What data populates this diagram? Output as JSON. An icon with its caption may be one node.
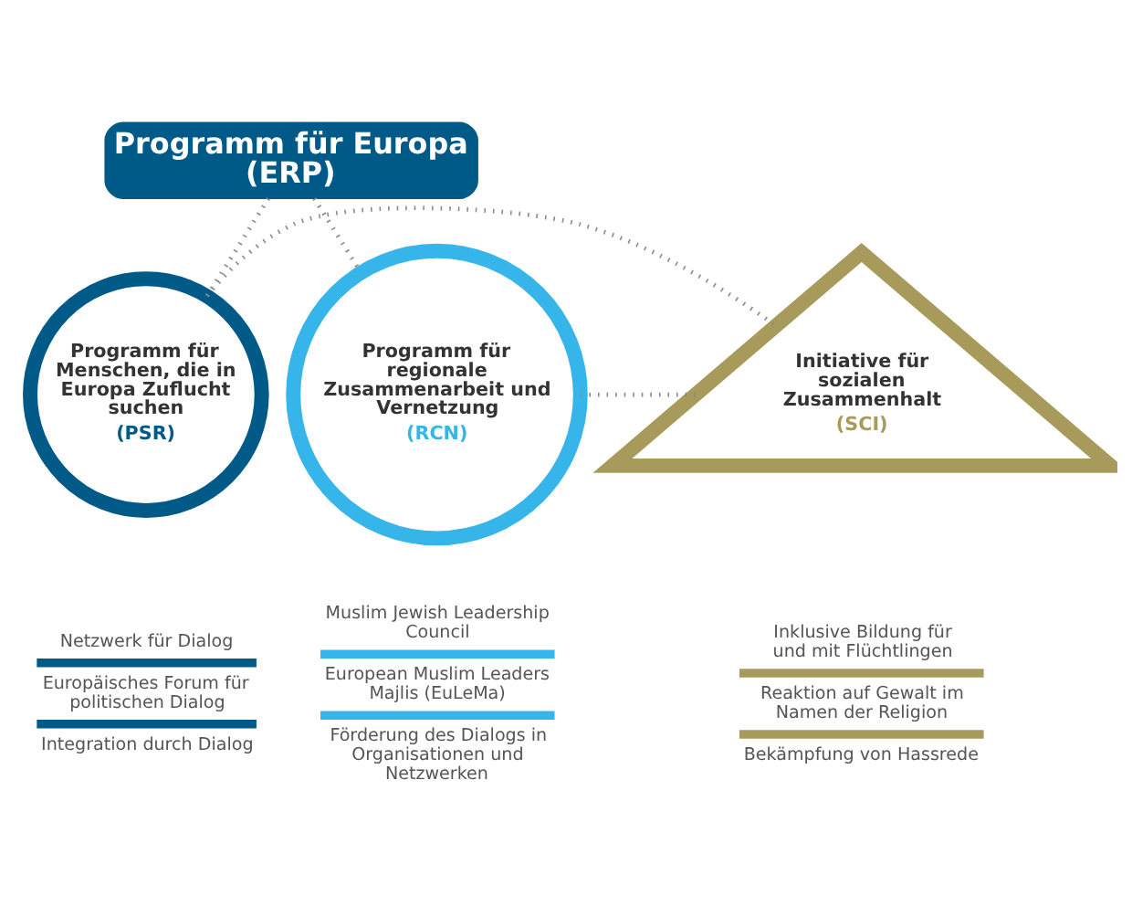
{
  "diagram": {
    "nodes": [
      {
        "text": [
          "Programm für Europa (ERP)"
        ]
      },
      {
        "text": [
          "Programm für Menschen, die in Europa Zuflucht suchen",
          "(PSR)"
        ],
        "beside": [
          "Netzwerk für Dialog",
          "Europäisches Forum für politischen Dialog",
          "Integration durch Dialog"
        ]
      },
      {
        "text": [
          "Initiative für sozialen Zusammenhalt",
          "(SCI)"
        ],
        "beside": [
          "Inklusive Bildung für und mit Flüchtlingen",
          "Reaktion auf Gewalt im Namen der Religion",
          "Bekämpfung von Hassrede"
        ]
      },
      {
        "text": [
          "Programm für regionale Zusammenarbeit und Vernetzung",
          "(RCN)"
        ],
        "beside": [
          "Muslim Jewish Leadership Council",
          "European Muslim Leaders Majlis (EuLeMa)",
          "Förderung des Dialogs in Organisationen und Netzwerken"
        ]
      }
    ],
    "edges": [
      {
        "from": 0,
        "to": 1,
        "arrow": "none",
        "style": "dashed"
      },
      {
        "from": 0,
        "to": 3,
        "arrow": "none",
        "style": "dashed"
      },
      {
        "from": 1,
        "to": 2,
        "arrow": "none",
        "style": "dashed"
      },
      {
        "from": 2,
        "to": 3,
        "arrow": "none",
        "style": "dashed"
      }
    ]
  }
}
